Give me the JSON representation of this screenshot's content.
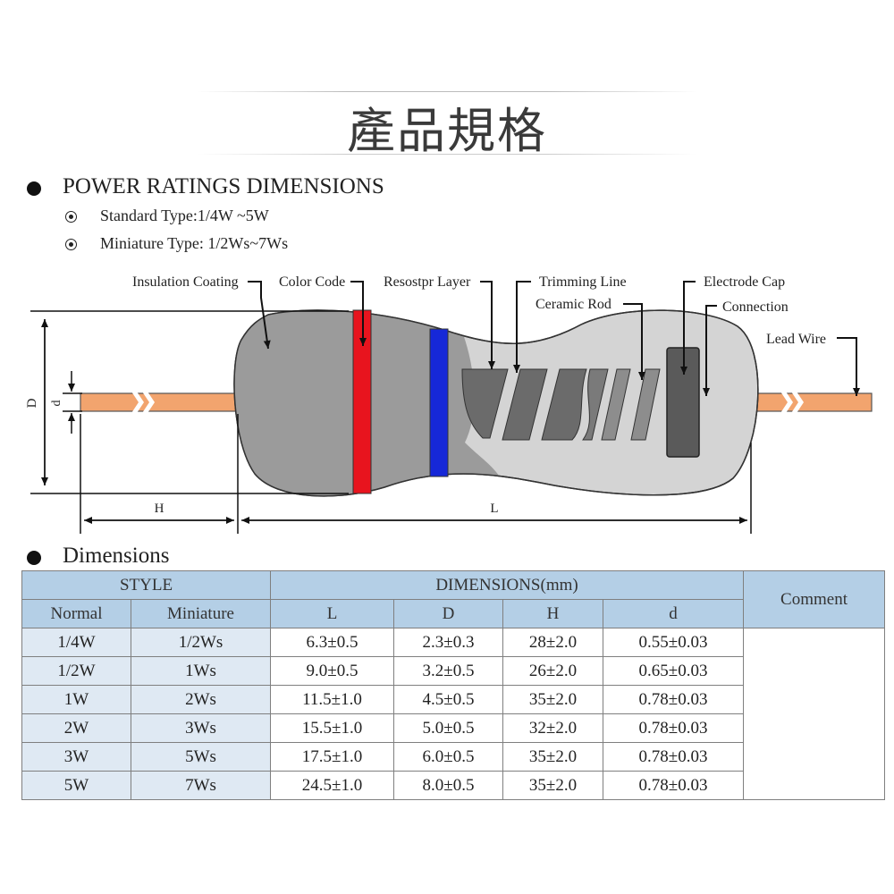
{
  "page": {
    "title": "產品規格"
  },
  "section1": {
    "heading": "POWER RATINGS DIMENSIONS",
    "items": [
      "Standard Type:1/4W ~5W",
      "Miniature Type: 1/2Ws~7Ws"
    ]
  },
  "diagram": {
    "labels": {
      "insulation": "Insulation Coating",
      "color_code": "Color Code",
      "resistor_layer": "Resostpr Layer",
      "trimming": "Trimming Line",
      "ceramic": "Ceramic Rod",
      "electrode": "Electrode Cap",
      "connection": "Connection",
      "lead": "Lead Wire"
    },
    "dims": {
      "D": "D",
      "d": "d",
      "H": "H",
      "L": "L"
    },
    "colors": {
      "body": "#9b9b9b",
      "body_light": "#d4d4d4",
      "lead": "#f2a46e",
      "band1": "#e8141e",
      "band2": "#1628d8"
    }
  },
  "section2": {
    "heading": "Dimensions"
  },
  "table": {
    "group_headers": {
      "style": "STYLE",
      "dimensions": "DIMENSIONS(mm)",
      "comment": "Comment"
    },
    "columns": [
      "Normal",
      "Miniature",
      "L",
      "D",
      "H",
      "d"
    ],
    "rows": [
      [
        "1/4W",
        "1/2Ws",
        "6.3±0.5",
        "2.3±0.3",
        "28±2.0",
        "0.55±0.03"
      ],
      [
        "1/2W",
        "1Ws",
        "9.0±0.5",
        "3.2±0.5",
        "26±2.0",
        "0.65±0.03"
      ],
      [
        "1W",
        "2Ws",
        "11.5±1.0",
        "4.5±0.5",
        "35±2.0",
        "0.78±0.03"
      ],
      [
        "2W",
        "3Ws",
        "15.5±1.0",
        "5.0±0.5",
        "32±2.0",
        "0.78±0.03"
      ],
      [
        "3W",
        "5Ws",
        "17.5±1.0",
        "6.0±0.5",
        "35±2.0",
        "0.78±0.03"
      ],
      [
        "5W",
        "7Ws",
        "24.5±1.0",
        "8.0±0.5",
        "35±2.0",
        "0.78±0.03"
      ]
    ]
  }
}
